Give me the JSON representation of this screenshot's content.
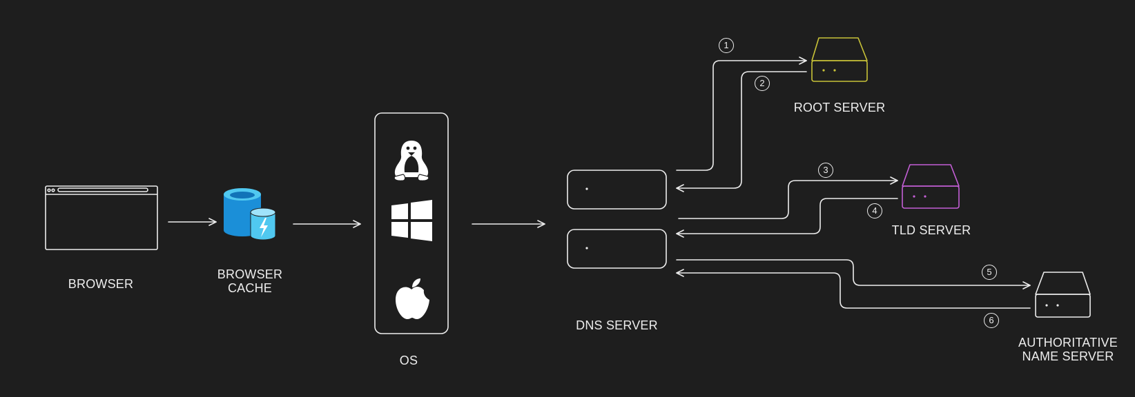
{
  "labels": {
    "browser": "BROWSER",
    "browser_cache": [
      "BROWSER",
      "CACHE"
    ],
    "os": "OS",
    "dns_server": "DNS SERVER",
    "root_server": "ROOT SERVER",
    "tld_server": "TLD SERVER",
    "authoritative_server": [
      "AUTHORITATIVE",
      "NAME SERVER"
    ]
  },
  "steps": [
    "1",
    "2",
    "3",
    "4",
    "5",
    "6"
  ],
  "icons": {
    "browser": "browser-window-icon",
    "cache": "database-cache-icon",
    "linux": "linux-penguin-icon",
    "windows": "windows-logo-icon",
    "apple": "apple-logo-icon",
    "dns": "dns-server-icon",
    "root": "root-server-icon",
    "tld": "tld-server-icon",
    "auth": "authoritative-server-icon"
  },
  "colors": {
    "background": "#1e1e1e",
    "stroke": "#ededed",
    "root_server": "#c9c338",
    "tld_server": "#c45fd6",
    "cache_blue": "#1b8fd8",
    "cache_light": "#50c8f0"
  }
}
